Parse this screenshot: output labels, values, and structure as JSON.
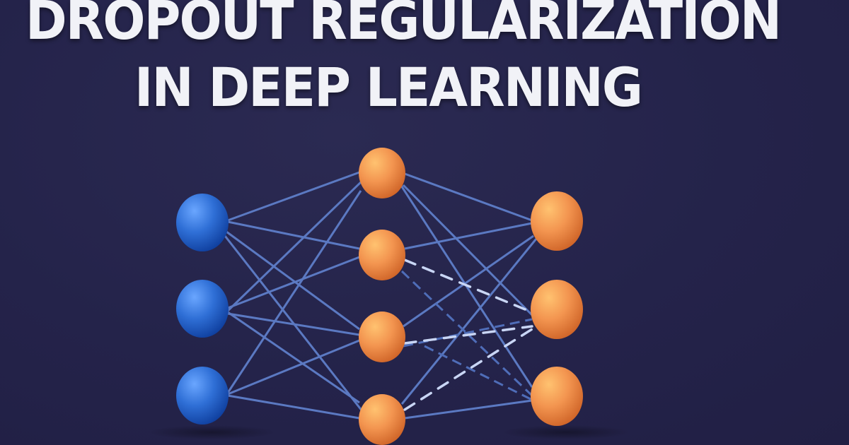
{
  "title": {
    "line1": "DROPOUT REGULARIZATION",
    "line2": "IN DEEP LEARNING"
  },
  "colors": {
    "background": "#25244a",
    "title_text": "#f1f2f7",
    "input_node": "#2f6fd6",
    "hidden_node": "#f0914a",
    "output_node": "#ee8e48",
    "connection": "#5b79c2",
    "dropped_connection": "#c9d6f5"
  },
  "network": {
    "layers": [
      {
        "name": "input",
        "nodes": 3
      },
      {
        "name": "hidden",
        "nodes": 4
      },
      {
        "name": "output",
        "nodes": 3
      }
    ],
    "dropped_connections": [
      {
        "from": "hidden-2",
        "to": "output-2"
      },
      {
        "from": "hidden-3",
        "to": "output-2"
      },
      {
        "from": "hidden-4",
        "to": "output-2"
      }
    ]
  }
}
